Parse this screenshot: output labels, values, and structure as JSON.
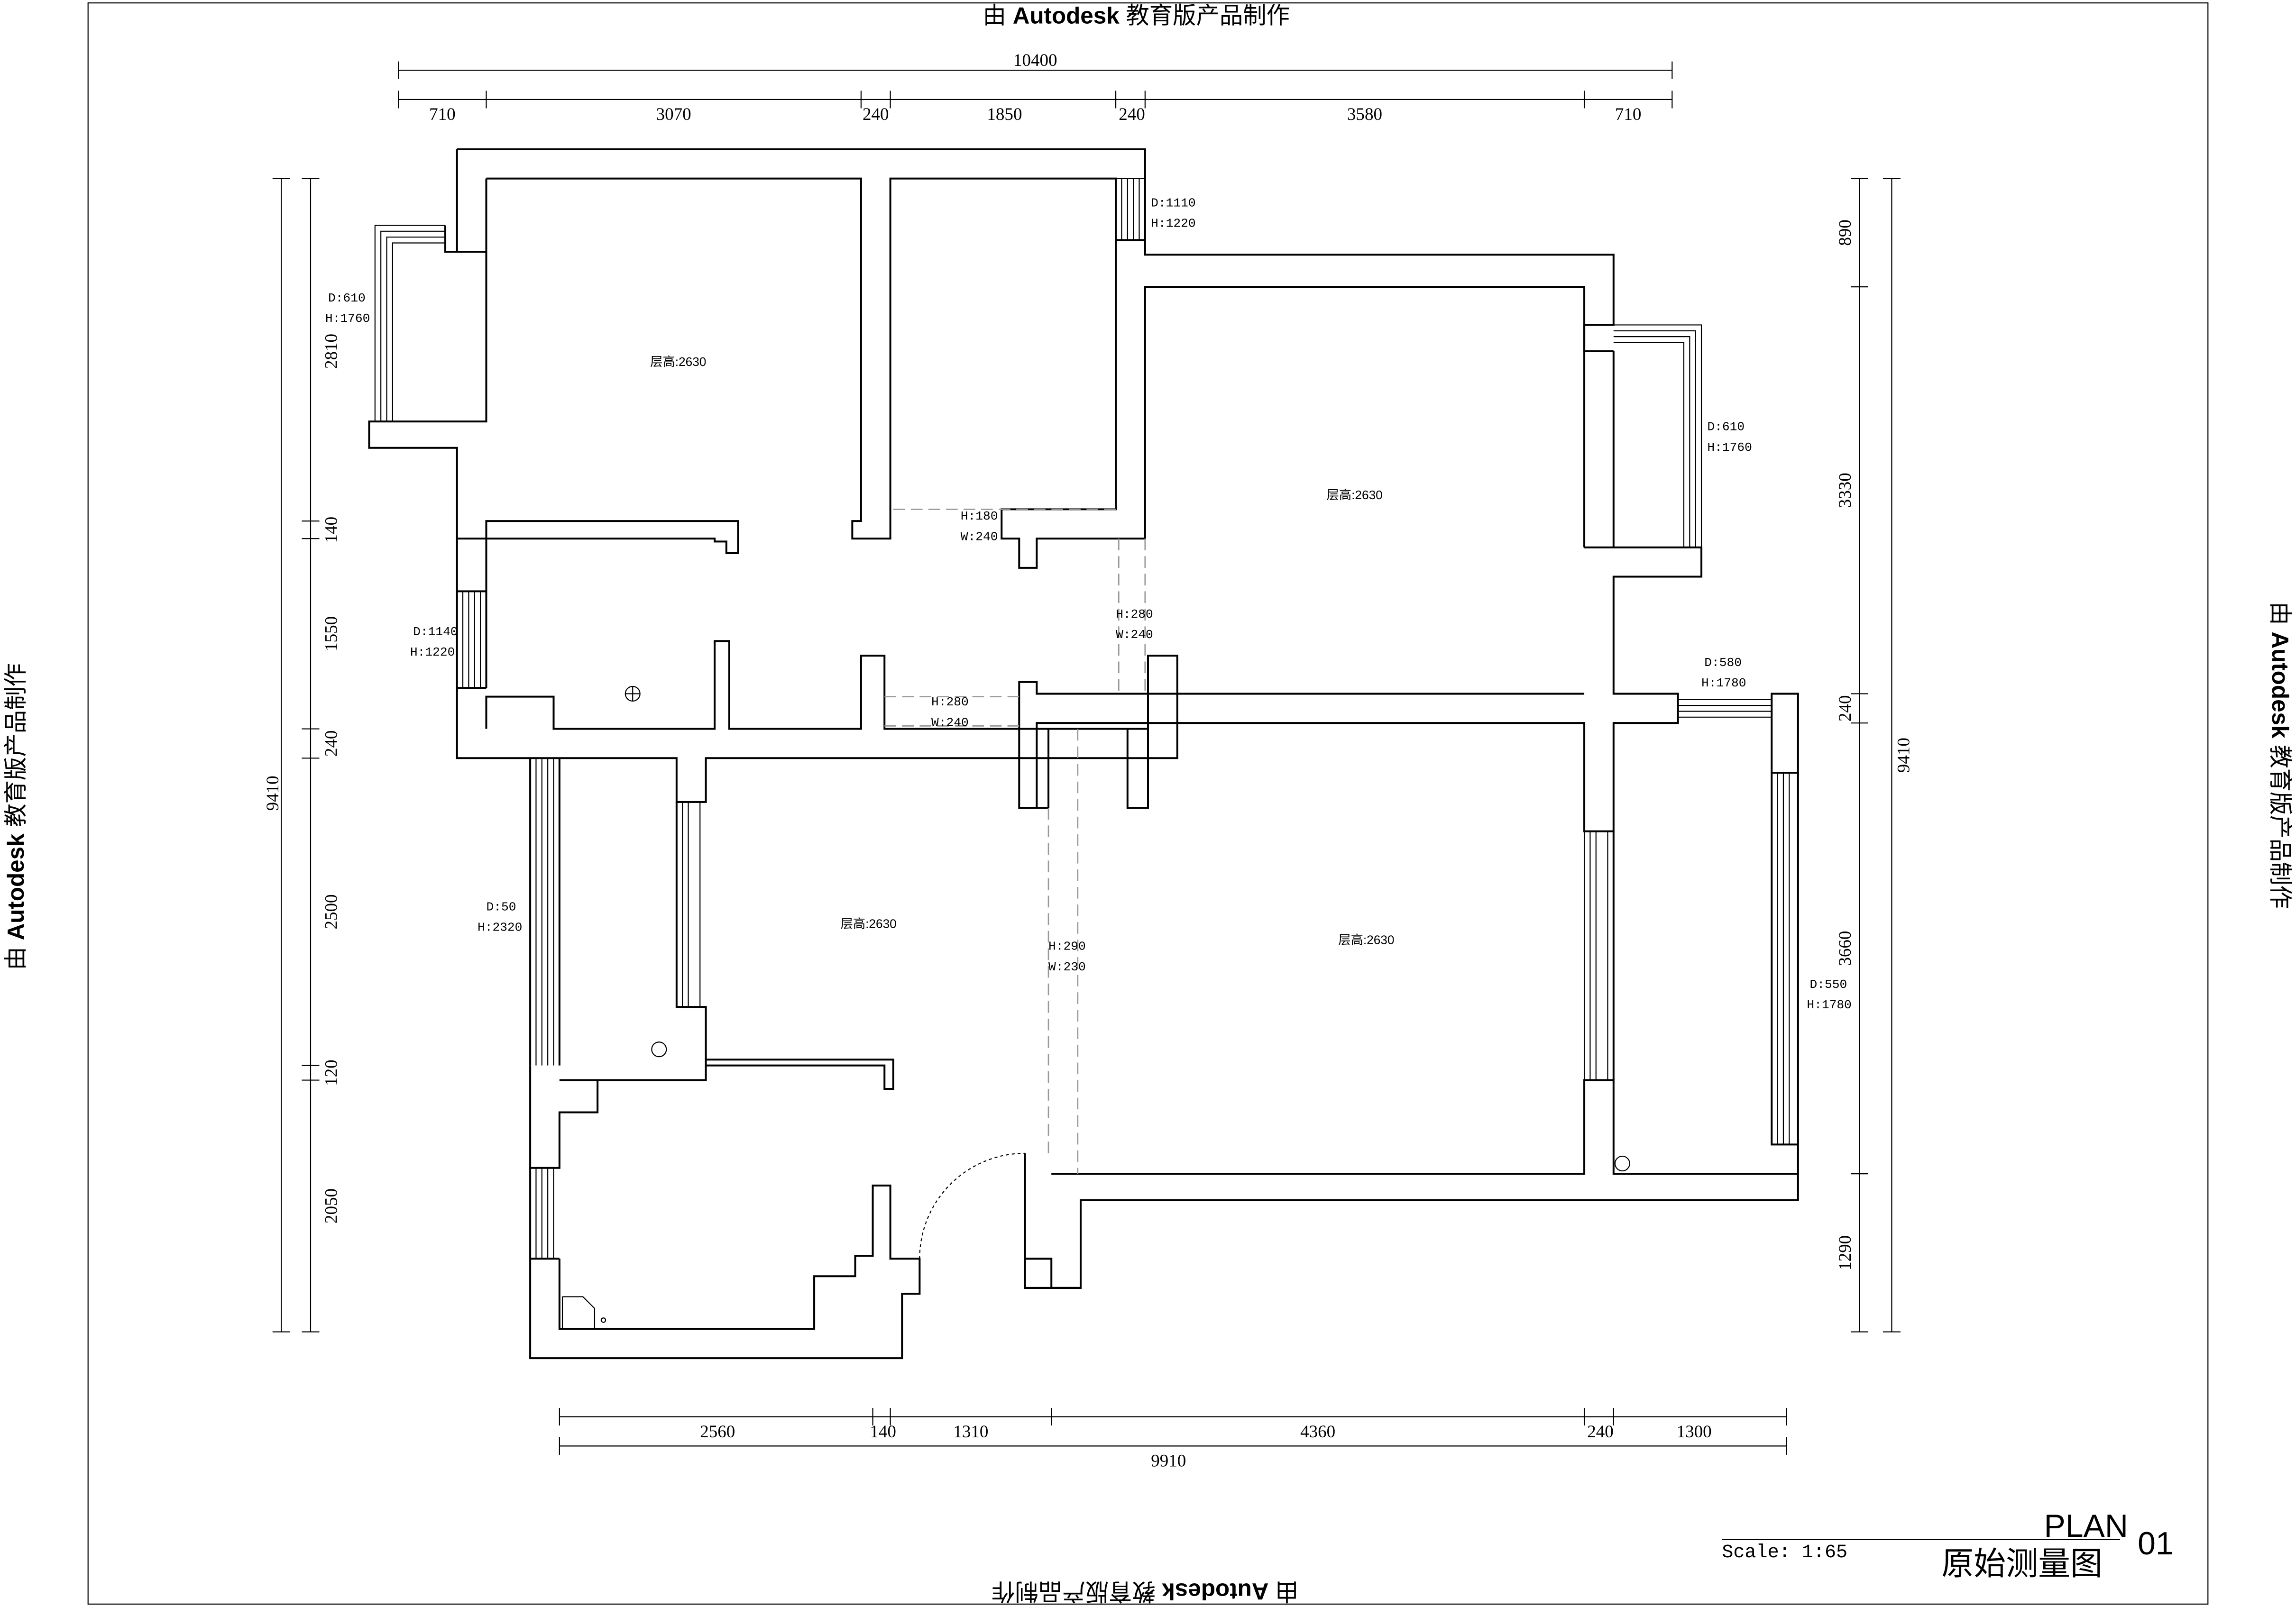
{
  "watermark": {
    "prefix": "由",
    "brand": "Autodesk",
    "suffix": "教育版产品制作"
  },
  "dimensions": {
    "top_total": "10400",
    "top_segments": [
      "710",
      "3070",
      "240",
      "1850",
      "240",
      "3580",
      "710"
    ],
    "bottom_total": "9910",
    "bottom_segments": [
      "2560",
      "140",
      "1310",
      "4360",
      "240",
      "1300"
    ],
    "left_total": "9410",
    "left_segments": [
      "2810",
      "140",
      "1550",
      "240",
      "2500",
      "120",
      "2050"
    ],
    "right_total": "9410",
    "right_segments": [
      "890",
      "3330",
      "240",
      "3660",
      "1290"
    ]
  },
  "openings": {
    "w1_d": "D:610",
    "w1_h": "H:1760",
    "w2_d": "D:1110",
    "w2_h": "H:1220",
    "w3_d": "D:610",
    "w3_h": "H:1760",
    "w4_d": "D:1140",
    "w4_h": "H:1220",
    "w5_d": "D:580",
    "w5_h": "H:1780",
    "w6_d": "D:50",
    "w6_h": "H:2320",
    "w7_d": "D:550",
    "w7_h": "H:1780",
    "b1_h": "H:180",
    "b1_w": "W:240",
    "b2_h": "H:280",
    "b2_w": "W:240",
    "b3_h": "H:280",
    "b3_w": "W:240",
    "b4_h": "H:290",
    "b4_w": "W:230"
  },
  "rooms": {
    "r1": "层高:2630",
    "r2": "层高:2630",
    "r3": "层高:2630",
    "r4": "层高:2630"
  },
  "title_block": {
    "plan": "PLAN",
    "number": "01",
    "scale": "Scale: 1:65",
    "name": "原始测量图"
  }
}
